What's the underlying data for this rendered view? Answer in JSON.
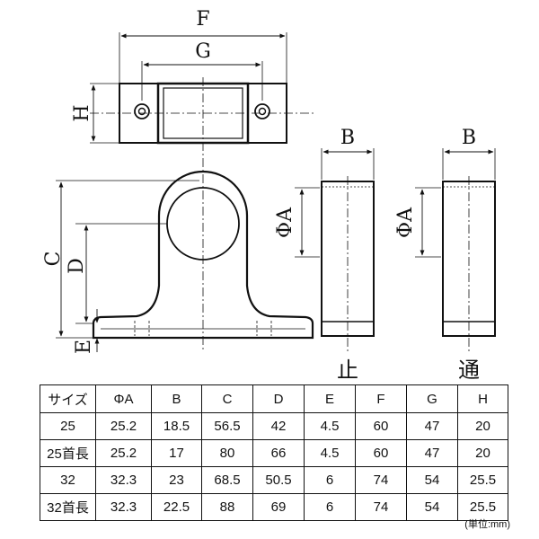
{
  "labels": {
    "F": "F",
    "G": "G",
    "H": "H",
    "C": "C",
    "D": "D",
    "E": "E",
    "B_stop": "B",
    "B_through": "B",
    "phiA_stop": "ΦA",
    "phiA_through": "ΦA"
  },
  "views": {
    "stop": "止",
    "through": "通"
  },
  "table": {
    "headers": [
      "サイズ",
      "ΦA",
      "B",
      "C",
      "D",
      "E",
      "F",
      "G",
      "H"
    ],
    "rows": [
      [
        "25",
        "25.2",
        "18.5",
        "56.5",
        "42",
        "4.5",
        "60",
        "47",
        "20"
      ],
      [
        "25首長",
        "25.2",
        "17",
        "80",
        "66",
        "4.5",
        "60",
        "47",
        "20"
      ],
      [
        "32",
        "32.3",
        "23",
        "68.5",
        "50.5",
        "6",
        "74",
        "54",
        "25.5"
      ],
      [
        "32首長",
        "32.3",
        "22.5",
        "88",
        "69",
        "6",
        "74",
        "54",
        "25.5"
      ]
    ]
  },
  "unit_note": "(単位:mm)"
}
